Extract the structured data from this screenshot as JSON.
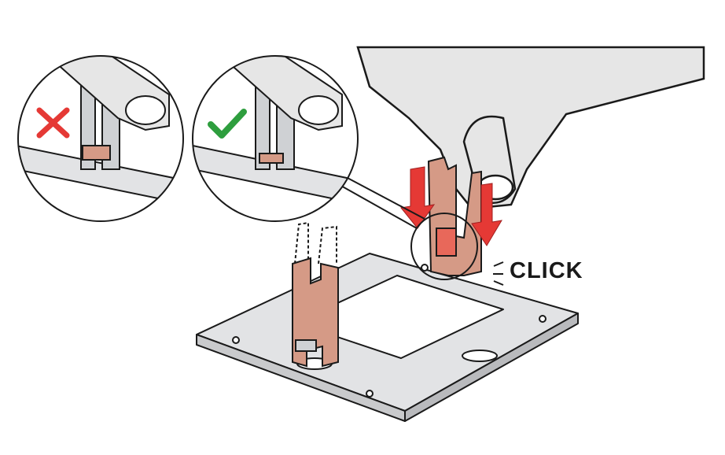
{
  "annotation": {
    "click_label": "CLICK"
  },
  "insets": [
    {
      "status": "incorrect",
      "icon": "cross-icon",
      "color": "#e53935"
    },
    {
      "status": "correct",
      "icon": "check-icon",
      "color": "#2e9e3e"
    }
  ],
  "colors": {
    "clip": "#d59a86",
    "frame": "#e2e3e5",
    "arrow": "#e53935",
    "outline": "#1a1a1a",
    "hand": "#e6e6e6"
  }
}
